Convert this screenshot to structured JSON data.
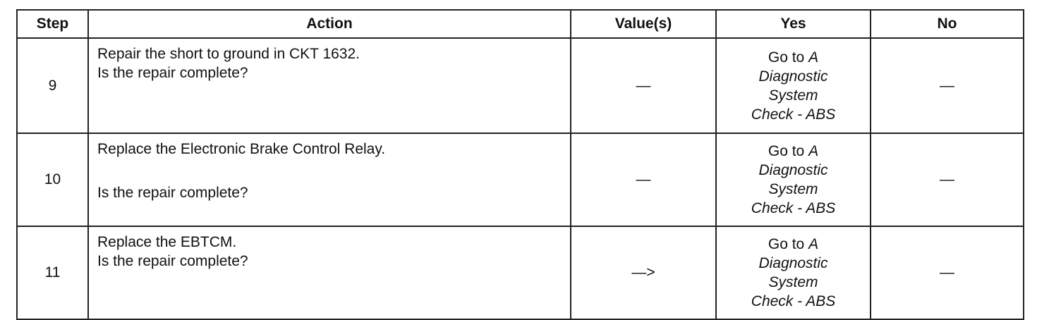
{
  "headers": {
    "step": "Step",
    "action": "Action",
    "values": "Value(s)",
    "yes": "Yes",
    "no": "No"
  },
  "rows": [
    {
      "step": "9",
      "action_line1": "Repair the short to ground in CKT 1632.",
      "action_line2": "Is the repair complete?",
      "value": "—",
      "yes_go_to": "Go to",
      "yes_link_a": "A",
      "yes_link_l2": "Diagnostic",
      "yes_link_l3": "System",
      "yes_link_l4": "Check - ABS",
      "no": "—"
    },
    {
      "step": "10",
      "action_line1": "Replace the Electronic Brake Control Relay.",
      "action_line2": "Is the repair complete?",
      "value": "—",
      "yes_go_to": "Go to",
      "yes_link_a": "A",
      "yes_link_l2": "Diagnostic",
      "yes_link_l3": "System",
      "yes_link_l4": "Check - ABS",
      "no": "—"
    },
    {
      "step": "11",
      "action_line1": "Replace the EBTCM.",
      "action_line2": "Is the repair complete?",
      "value": "—>",
      "yes_go_to": "Go to",
      "yes_link_a": "A",
      "yes_link_l2": "Diagnostic",
      "yes_link_l3": "System",
      "yes_link_l4": "Check - ABS",
      "no": "—"
    }
  ]
}
